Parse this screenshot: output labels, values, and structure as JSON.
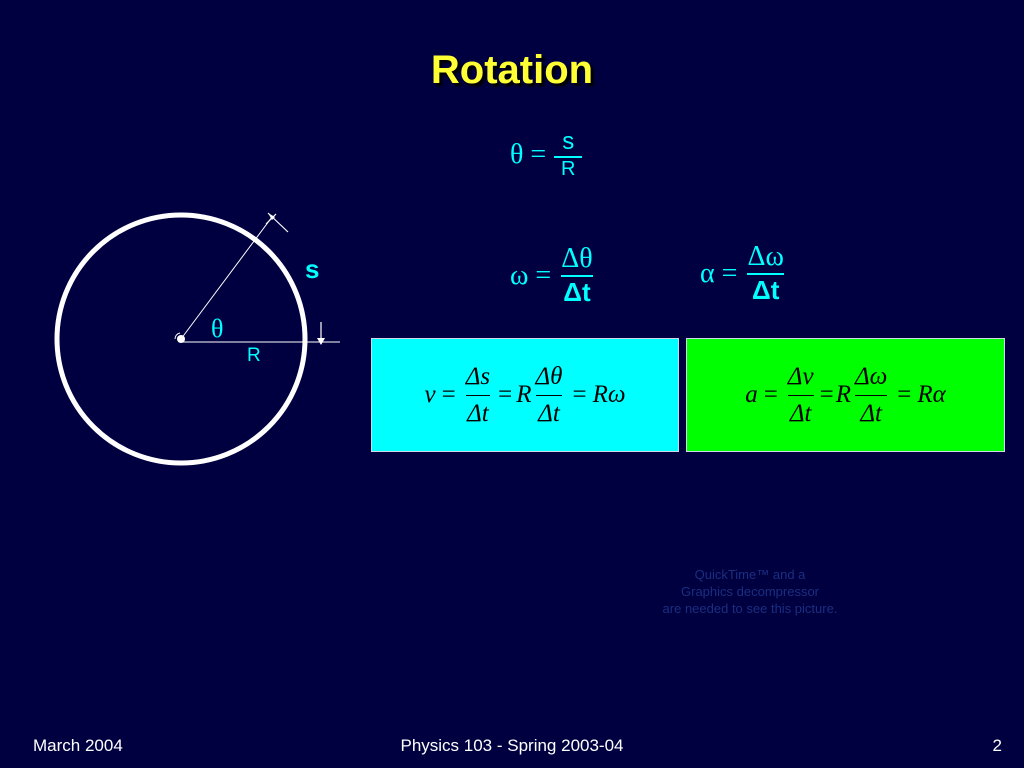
{
  "slide": {
    "title": "Rotation",
    "colors": {
      "background": "#000040",
      "title": "#ffff33",
      "formula": "#00ffff",
      "box_velocity": "#00ffff",
      "box_acceleration": "#00ff00"
    }
  },
  "formulas": {
    "theta": {
      "lhs": "θ =",
      "numerator": "s",
      "denominator": "R"
    },
    "omega": {
      "lhs": "ω =",
      "numerator": "Δθ",
      "denominator": "Δt"
    },
    "alpha": {
      "lhs": "α =",
      "numerator": "Δω",
      "denominator": "Δt"
    }
  },
  "diagram": {
    "arc_label": "s",
    "angle_label": "θ",
    "radius_label": "R"
  },
  "box_velocity": {
    "v": "v",
    "eq": "=",
    "num1": "Δs",
    "den1": "Δt",
    "r1": "R",
    "num2": "Δθ",
    "den2": "Δt",
    "result": "Rω"
  },
  "box_acceleration": {
    "a": "a",
    "eq": "=",
    "num1": "Δv",
    "den1": "Δt",
    "r1": "R",
    "num2": "Δω",
    "den2": "Δt",
    "result": "Rα"
  },
  "placeholder": {
    "line1": "QuickTime™ and a",
    "line2": "Graphics decompressor",
    "line3": "are needed to see this picture."
  },
  "footer": {
    "date": "March 2004",
    "course": "Physics 103 - Spring 2003-04",
    "page": "2"
  }
}
